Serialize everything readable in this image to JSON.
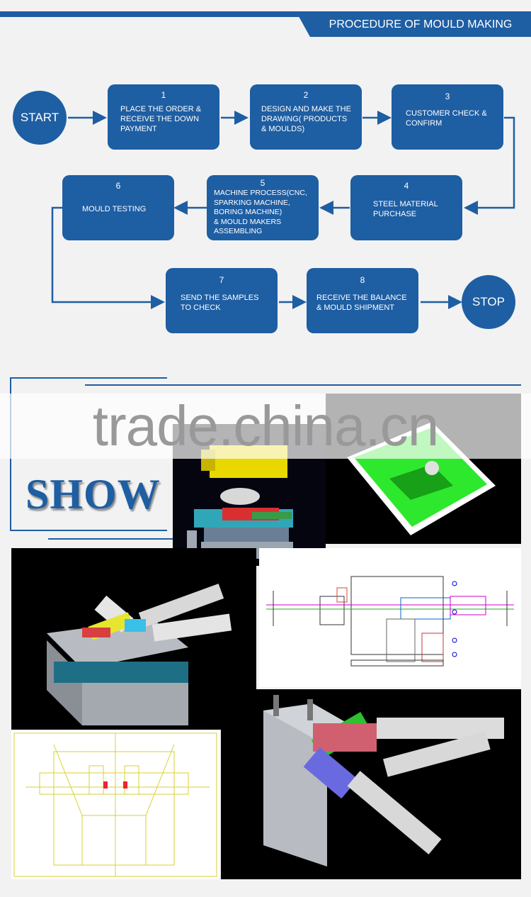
{
  "header": {
    "title": "PROCEDURE OF MOULD MAKING"
  },
  "flow": {
    "start": "START",
    "stop": "STOP",
    "steps": [
      {
        "num": "1",
        "text": "PLACE THE ORDER &\nRECEIVE THE DOWN\nPAYMENT"
      },
      {
        "num": "2",
        "text": "DESIGN AND MAKE THE\n DRAWING( PRODUCTS\n& MOULDS)"
      },
      {
        "num": "3",
        "text": "CUSTOMER CHECK &\n CONFIRM"
      },
      {
        "num": "4",
        "text": "STEEL MATERIAL\nPURCHASE"
      },
      {
        "num": "5",
        "text": "MACHINE PROCESS(CNC,\nSPARKING MACHINE,\nBORING MACHINE)\n& MOULD MAKERS\nASSEMBLING"
      },
      {
        "num": "6",
        "text": "MOULD TESTING"
      },
      {
        "num": "7",
        "text": "SEND THE SAMPLES\nTO CHECK"
      },
      {
        "num": "8",
        "text": "RECEIVE THE BALANCE\n& MOULD SHIPMENT"
      }
    ]
  },
  "show": {
    "title": "SHOW",
    "watermark": "trade.china.cn"
  },
  "colors": {
    "accent": "#1e5ea3",
    "background": "#f2f2f2"
  }
}
